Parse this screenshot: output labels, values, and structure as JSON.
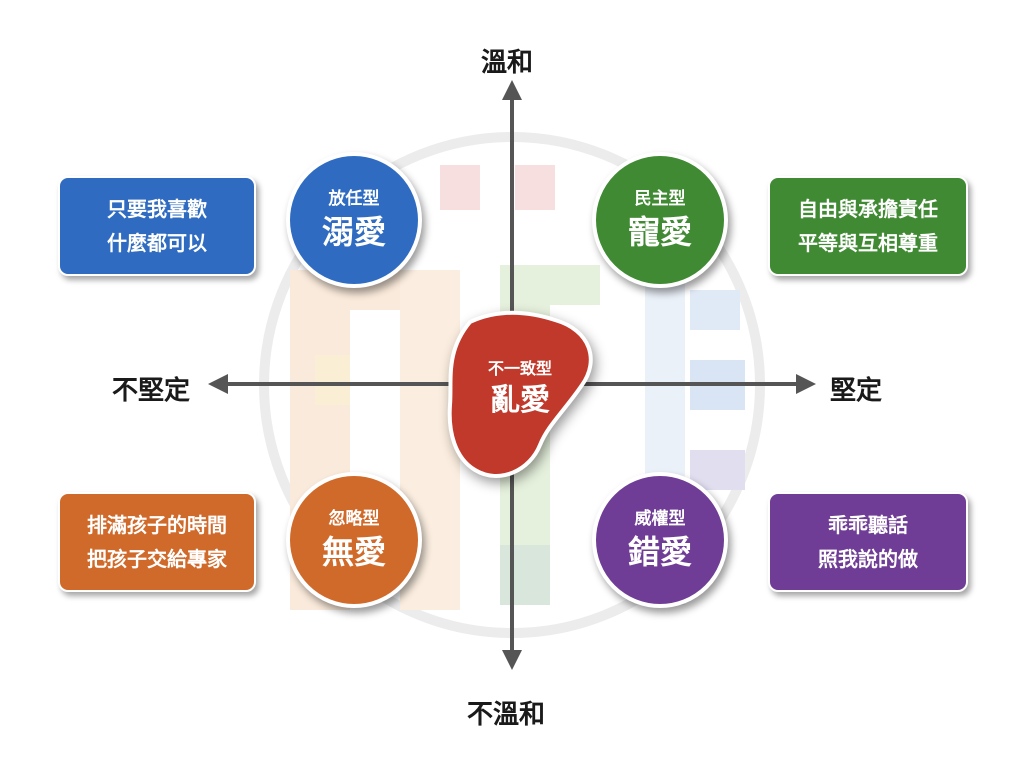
{
  "axes": {
    "top": "溫和",
    "bottom": "不溫和",
    "left": "不堅定",
    "right": "堅定"
  },
  "quadrants": {
    "top_left": {
      "type": "放任型",
      "name": "溺愛",
      "desc": [
        "只要我喜歡",
        "什麼都可以"
      ],
      "color": "#2f6cc1"
    },
    "top_right": {
      "type": "民主型",
      "name": "寵愛",
      "desc": [
        "自由與承擔責任",
        "平等與互相尊重"
      ],
      "color": "#3f8a32"
    },
    "bottom_left": {
      "type": "忽略型",
      "name": "無愛",
      "desc": [
        "排滿孩子的時間",
        "把孩子交給專家"
      ],
      "color": "#d06a2a"
    },
    "bottom_right": {
      "type": "威權型",
      "name": "錯愛",
      "desc": [
        "乖乖聽話",
        "照我說的做"
      ],
      "color": "#6f3d95"
    }
  },
  "center": {
    "type": "不一致型",
    "name": "亂愛",
    "color": "#c0392b"
  }
}
